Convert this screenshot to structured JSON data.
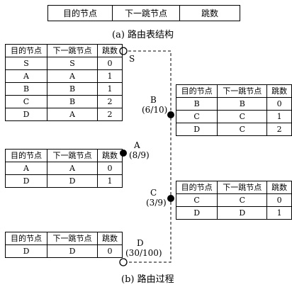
{
  "format_table": {
    "headers": [
      "目的节点",
      "下一跳节点",
      "跳数"
    ],
    "caption": "(a) 路由表结构"
  },
  "route_header": [
    "目的节点",
    "下一跳节点",
    "跳数"
  ],
  "nodes": {
    "S": {
      "label": "S",
      "table": [
        [
          "S",
          "S",
          "0"
        ],
        [
          "A",
          "A",
          "1"
        ],
        [
          "B",
          "B",
          "1"
        ],
        [
          "C",
          "B",
          "2"
        ],
        [
          "D",
          "A",
          "2"
        ]
      ]
    },
    "B": {
      "label": "B",
      "ratio": "(6/10)",
      "table": [
        [
          "B",
          "B",
          "0"
        ],
        [
          "C",
          "C",
          "1"
        ],
        [
          "D",
          "C",
          "2"
        ]
      ]
    },
    "A": {
      "label": "A",
      "ratio": "(8/9)",
      "table": [
        [
          "A",
          "A",
          "0"
        ],
        [
          "D",
          "D",
          "1"
        ]
      ]
    },
    "C": {
      "label": "C",
      "ratio": "(3/9)",
      "table": [
        [
          "C",
          "C",
          "0"
        ],
        [
          "D",
          "D",
          "1"
        ]
      ]
    },
    "D": {
      "label": "D",
      "ratio": "(30/100)",
      "table": [
        [
          "D",
          "D",
          "0"
        ]
      ]
    }
  },
  "process_caption": "(b) 路由过程"
}
